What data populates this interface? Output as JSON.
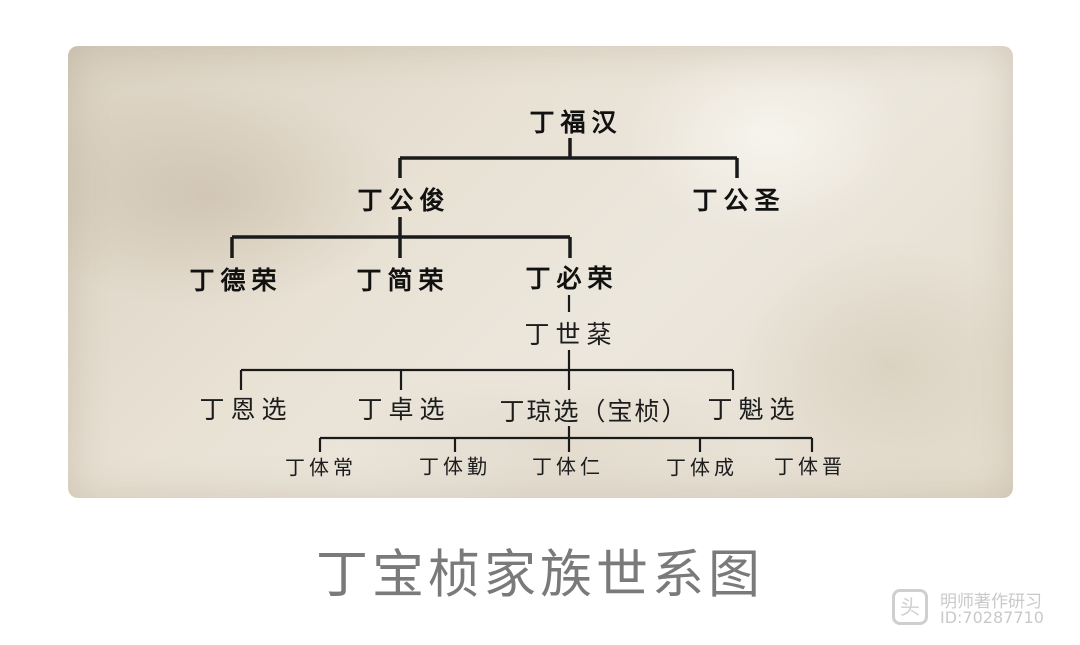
{
  "tree": {
    "root": "丁福汉",
    "gen2": [
      "丁公俊",
      "丁公圣"
    ],
    "gen3": [
      "丁德荣",
      "丁简荣",
      "丁必荣"
    ],
    "gen4": "丁世棻",
    "gen5": [
      "丁恩选",
      "丁卓选",
      "丁琼选（宝桢）",
      "丁魁选"
    ],
    "gen6": [
      "丁体常",
      "丁体勤",
      "丁体仁",
      "丁体成",
      "丁体晋"
    ]
  },
  "caption": "丁宝桢家族世系图",
  "watermark": {
    "icon": "toutiao-logo-icon",
    "name": "明师著作研习",
    "id": "ID:70287710"
  },
  "colors": {
    "paper": "#e6dfd2",
    "line": "#1a1a1a",
    "caption": "#7a7a7a",
    "watermark": "#c9c9c9"
  }
}
